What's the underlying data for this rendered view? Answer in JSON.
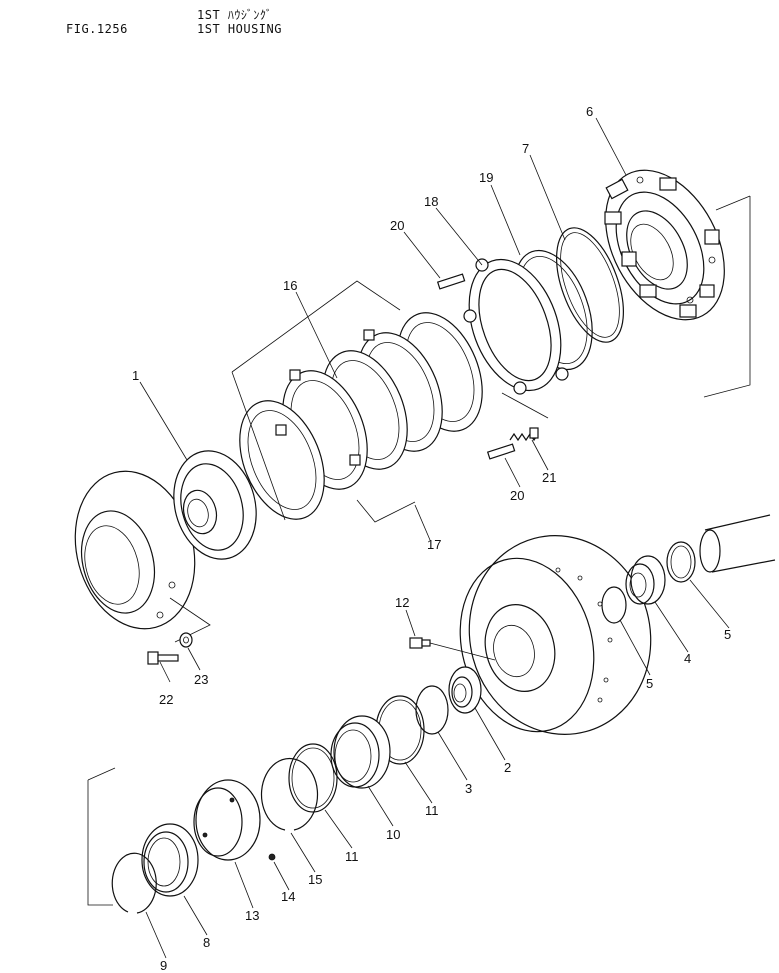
{
  "header": {
    "fig_label": "FIG.1256",
    "title_jp": "1ST ﾊｳｼﾞﾝｸﾞ",
    "title_en": "1ST HOUSING"
  },
  "callouts": [
    "1",
    "2",
    "3",
    "4",
    "5",
    "5",
    "6",
    "7",
    "8",
    "9",
    "10",
    "11",
    "11",
    "12",
    "13",
    "14",
    "15",
    "16",
    "17",
    "18",
    "19",
    "20",
    "20",
    "21",
    "22",
    "23"
  ]
}
